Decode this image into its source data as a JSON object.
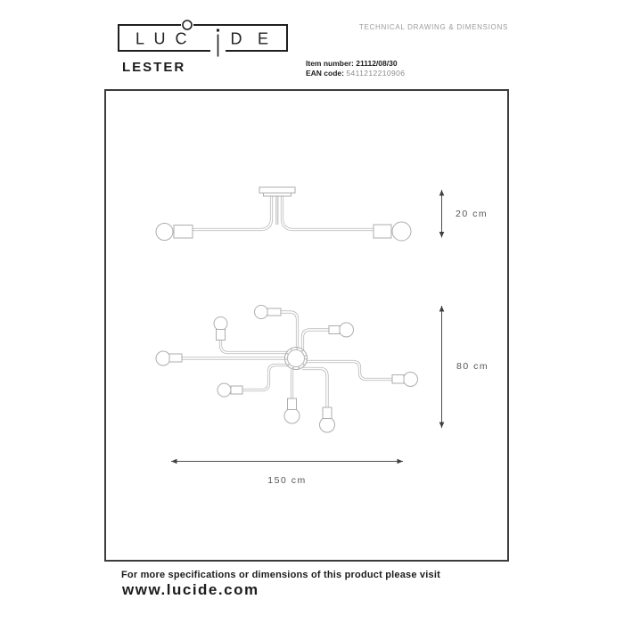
{
  "brand": {
    "letters": [
      "L",
      "U",
      "C",
      "D",
      "E"
    ],
    "product_name": "LESTER"
  },
  "header": {
    "doc_title": "TECHNICAL DRAWING & DIMENSIONS",
    "item_number_label": "Item number:",
    "item_number_value": "21112/08/30",
    "ean_label": "EAN code:",
    "ean_value": "5411212210906"
  },
  "drawing": {
    "side_view_height": "20 cm",
    "top_view_size": "80 cm",
    "overall_width": "150 cm"
  },
  "footer": {
    "note": "For more specifications or dimensions of this product please visit",
    "website": "www.lucide.com"
  },
  "colors": {
    "ink": "#1c1c1c",
    "muted_grey": "#9b9b9b",
    "drawing_line": "#b5b5b5",
    "dimension_line": "#4d4d4d"
  }
}
